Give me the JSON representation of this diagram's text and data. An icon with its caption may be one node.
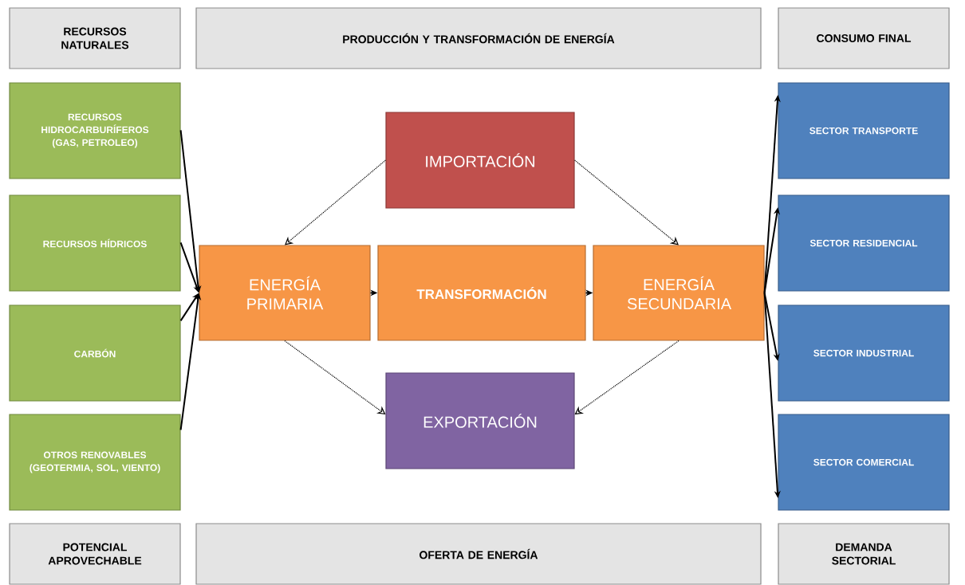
{
  "diagram": {
    "nodes": [
      {
        "text": [
          "RECURSOS NATURALES"
        ]
      },
      {
        "text": [
          "PRODUCCIÓN Y TRANSFORMACIÓN DE ENERGÍA"
        ]
      },
      {
        "text": [
          "CONSUMO FINAL"
        ]
      },
      {
        "text": [
          "RECURSOS HIDROCARBURÍFEROS (GAS, PETROLEO)"
        ]
      },
      {
        "text": [
          "RECURSOS HÍDRICOS"
        ]
      },
      {
        "text": [
          "CARBÓN"
        ]
      },
      {
        "text": [
          "OTROS RENOVABLES (GEOTERMIA, SOL, VIENTO)"
        ]
      },
      {
        "text": [
          "IMPORTACIÓN"
        ]
      },
      {
        "text": [
          "ENERGÍA PRIMARIA"
        ]
      },
      {
        "text": [
          "TRANSFORMACIÓN"
        ]
      },
      {
        "text": [
          "ENERGÍA SECUNDARIA"
        ]
      },
      {
        "text": [
          "EXPORTACIÓN"
        ]
      },
      {
        "text": [
          "SECTOR TRANSPORTE"
        ]
      },
      {
        "text": [
          "SECTOR RESIDENCIAL"
        ]
      },
      {
        "text": [
          "SECTOR INDUSTRIAL"
        ]
      },
      {
        "text": [
          "SECTOR COMERCIAL"
        ]
      },
      {
        "text": [
          "POTENCIAL APROVECHABLE"
        ]
      },
      {
        "text": [
          "OFERTA DE ENERGÍA"
        ]
      },
      {
        "text": [
          "DEMANDA SECTORIAL"
        ]
      }
    ],
    "edges": [
      {
        "from": 3,
        "to": 8,
        "arrow": "to"
      },
      {
        "from": 4,
        "to": 8,
        "arrow": "to"
      },
      {
        "from": 5,
        "to": 8,
        "arrow": "to"
      },
      {
        "from": 6,
        "to": 8,
        "arrow": "to"
      },
      {
        "from": 7,
        "to": 8,
        "arrow": "to",
        "style": "dashed"
      },
      {
        "from": 7,
        "to": 10,
        "arrow": "to",
        "style": "dashed"
      },
      {
        "from": 8,
        "to": 9,
        "arrow": "to"
      },
      {
        "from": 9,
        "to": 10,
        "arrow": "to"
      },
      {
        "from": 8,
        "to": 11,
        "arrow": "to",
        "style": "dashed"
      },
      {
        "from": 10,
        "to": 11,
        "arrow": "to",
        "style": "dashed"
      },
      {
        "from": 10,
        "to": 12,
        "arrow": "to"
      },
      {
        "from": 10,
        "to": 13,
        "arrow": "to"
      },
      {
        "from": 10,
        "to": 14,
        "arrow": "to"
      },
      {
        "from": 10,
        "to": 15,
        "arrow": "to"
      }
    ]
  }
}
